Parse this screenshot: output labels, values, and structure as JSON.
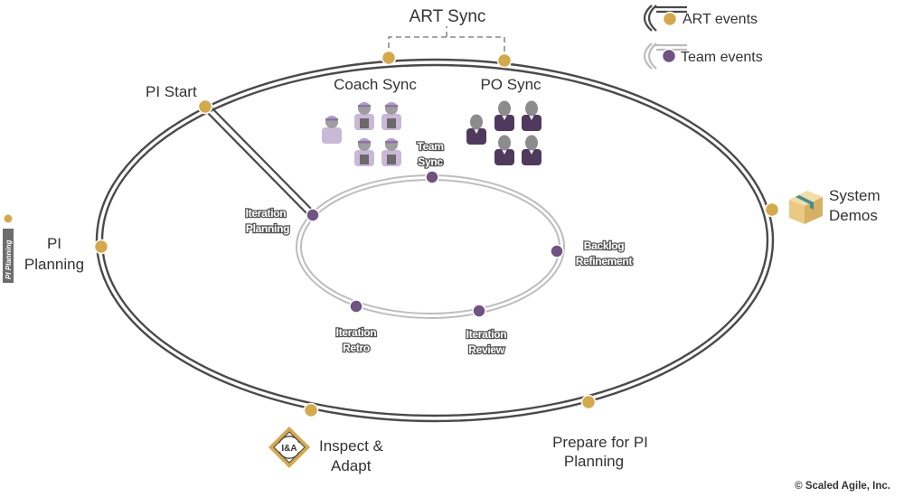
{
  "colors": {
    "art_event": "#D4A94A",
    "team_event": "#6E5383",
    "outer_track": "#4A4A4A",
    "inner_track": "#BDBDBD",
    "po_person": "#4F3A5E",
    "coach_person": "#C9B8D6"
  },
  "legend": {
    "art_events": "ART events",
    "team_events": "Team events"
  },
  "art_events": {
    "art_sync": "ART Sync",
    "pi_start": "PI Start",
    "pi_planning_line1": "PI",
    "pi_planning_line2": "Planning",
    "coach_sync": "Coach Sync",
    "po_sync": "PO Sync",
    "system_demos_line1": "System",
    "system_demos_line2": "Demos",
    "inspect_adapt_line1": "Inspect &",
    "inspect_adapt_line2": "Adapt",
    "prepare_line1": "Prepare for PI",
    "prepare_line2": "Planning"
  },
  "team_events": {
    "team_sync_line1": "Team",
    "team_sync_line2": "Sync",
    "iteration_planning_line1": "Iteration",
    "iteration_planning_line2": "Planning",
    "backlog_refinement_line1": "Backlog",
    "backlog_refinement_line2": "Refinement",
    "iteration_review_line1": "Iteration",
    "iteration_review_line2": "Review",
    "iteration_retro_line1": "Iteration",
    "iteration_retro_line2": "Retro"
  },
  "icons": {
    "ia_badge_text": "I&A",
    "pi_planning_tab_text": "PI Planning",
    "system_demos": "box-icon",
    "inspect_adapt": "diamond-badge-icon"
  },
  "copyright": "© Scaled Agile, Inc."
}
